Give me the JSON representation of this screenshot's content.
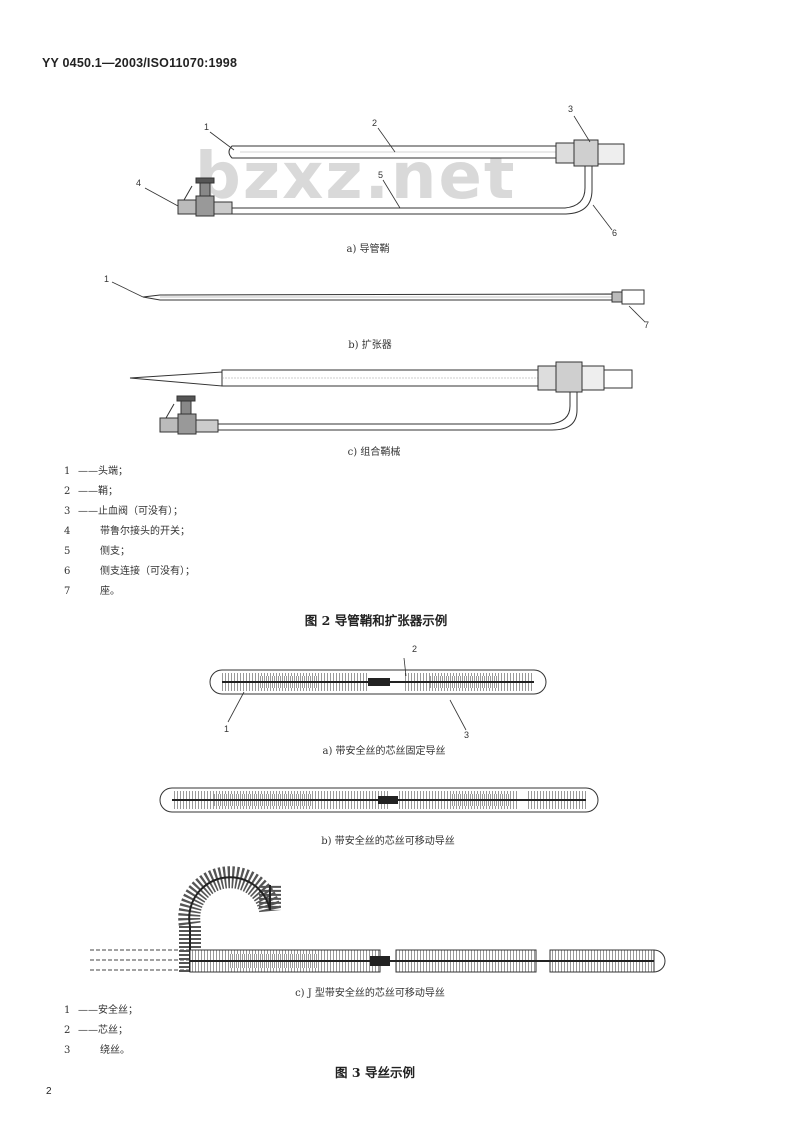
{
  "header": {
    "standard": "YY 0450.1—2003/ISO11070:1998"
  },
  "watermark": {
    "text": "bzxz.net"
  },
  "figure2": {
    "caption_a": "a) 导管鞘",
    "caption_b": "b) 扩张器",
    "caption_c": "c) 组合鞘械",
    "labels_a": [
      "1",
      "2",
      "3",
      "4",
      "5",
      "6"
    ],
    "label_b_1": "1",
    "label_b_7": "7",
    "legend": [
      {
        "num": "1",
        "sep": "——",
        "text": "头端；"
      },
      {
        "num": "2",
        "sep": "——",
        "text": "鞘；"
      },
      {
        "num": "3",
        "sep": "——",
        "text": "止血阀（可没有）；"
      },
      {
        "num": "4",
        "sep": "",
        "text": "带鲁尔接头的开关；"
      },
      {
        "num": "5",
        "sep": "",
        "text": "侧支；"
      },
      {
        "num": "6",
        "sep": "",
        "text": "侧支连接（可没有）；"
      },
      {
        "num": "7",
        "sep": "",
        "text": "座。"
      }
    ],
    "title": "图 2   导管鞘和扩张器示例"
  },
  "figure3": {
    "caption_a": "a) 带安全丝的芯丝固定导丝",
    "caption_b": "b) 带安全丝的芯丝可移动导丝",
    "caption_c": "c) J 型带安全丝的芯丝可移动导丝",
    "labels_a": [
      "1",
      "2",
      "3"
    ],
    "legend": [
      {
        "num": "1",
        "sep": "——",
        "text": "安全丝；"
      },
      {
        "num": "2",
        "sep": "——",
        "text": "芯丝；"
      },
      {
        "num": "3",
        "sep": "",
        "text": "绕丝。"
      }
    ],
    "title": "图 3   导丝示例"
  },
  "footer": {
    "page_number": "2"
  }
}
